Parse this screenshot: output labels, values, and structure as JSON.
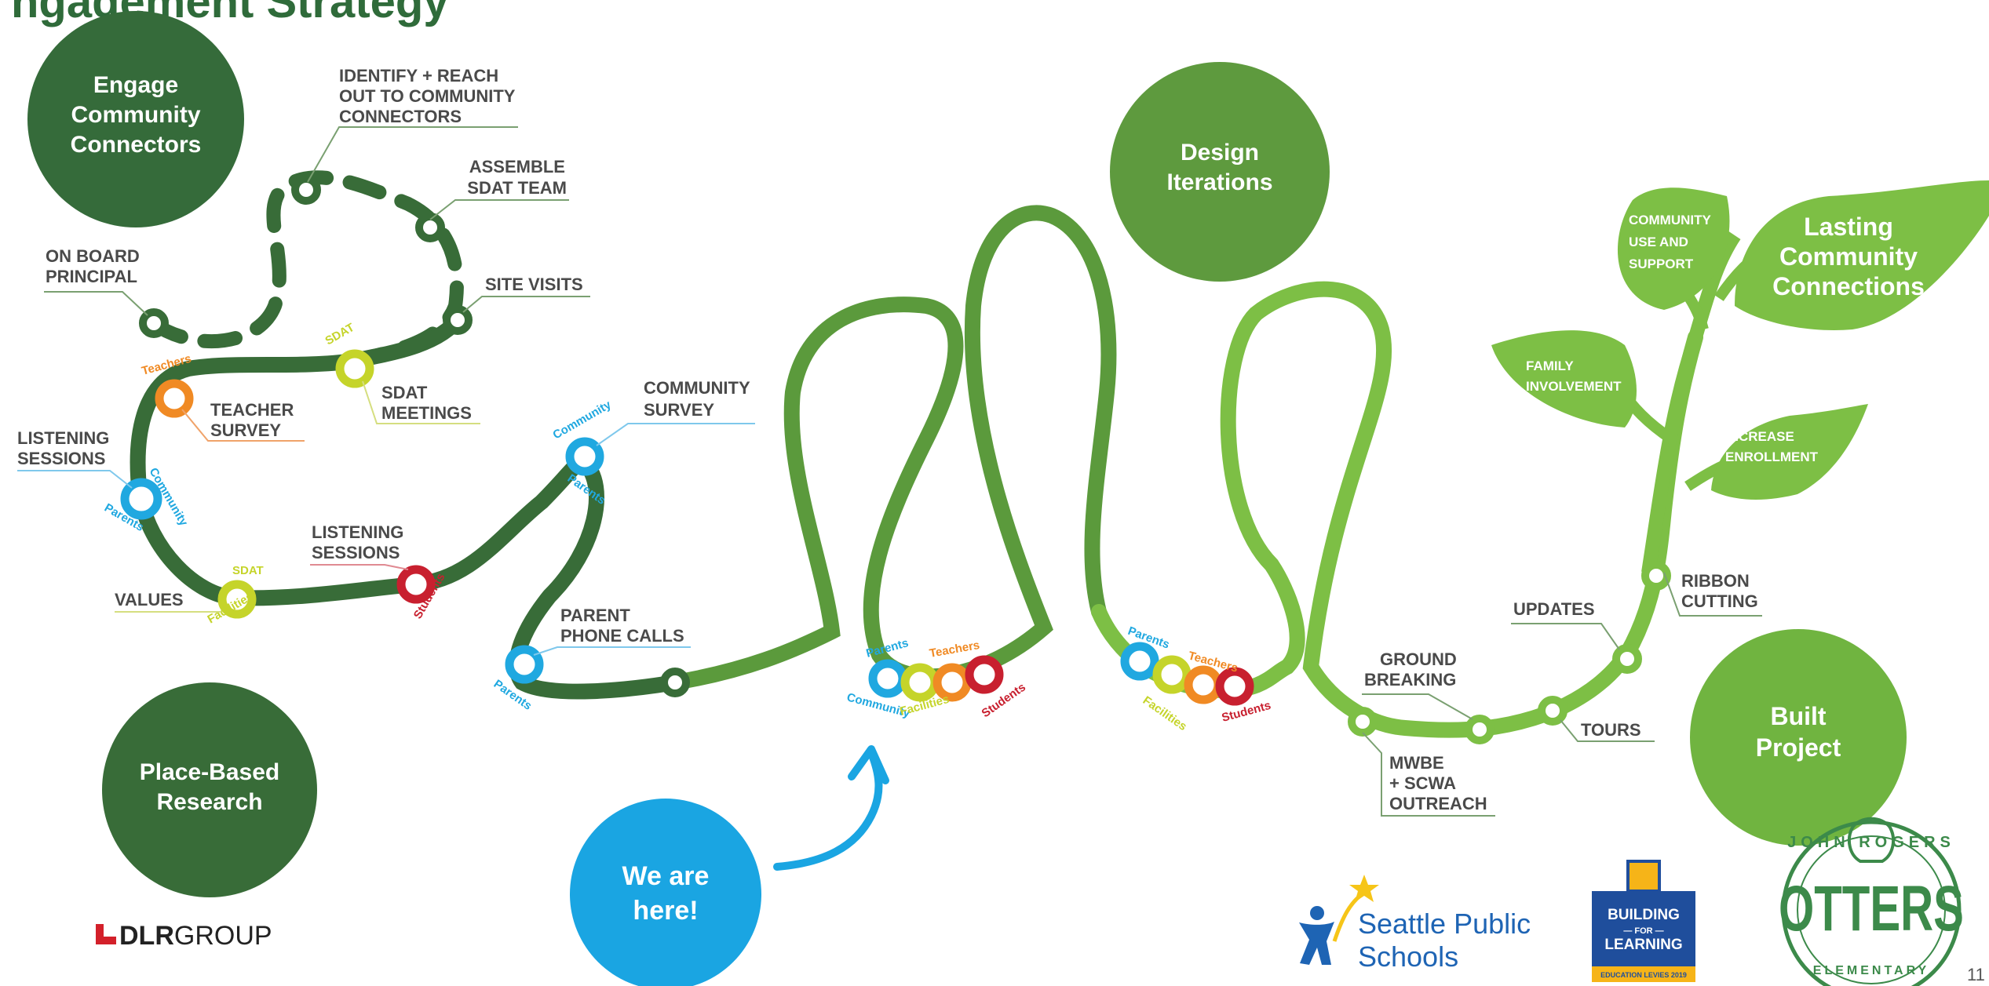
{
  "header": {
    "title_fragment": "ngagement Strategy"
  },
  "phases": {
    "engage": [
      "Engage",
      "Community",
      "Connectors"
    ],
    "research": [
      "Place-Based",
      "Research"
    ],
    "design": [
      "Design",
      "Iterations"
    ],
    "built": [
      "Built",
      "Project"
    ],
    "lasting": [
      "Lasting",
      "Community",
      "Connections"
    ],
    "here": [
      "We are",
      "here!"
    ]
  },
  "steps": {
    "identify": [
      "IDENTIFY + REACH",
      "OUT TO COMMUNITY",
      "CONNECTORS"
    ],
    "assemble": [
      "ASSEMBLE",
      "SDAT TEAM"
    ],
    "onboard": [
      "ON BOARD",
      "PRINCIPAL"
    ],
    "site_visits": [
      "SITE VISITS"
    ],
    "teacher_survey": [
      "TEACHER",
      "SURVEY"
    ],
    "sdat_meetings": [
      "SDAT",
      "MEETINGS"
    ],
    "listening1": [
      "LISTENING",
      "SESSIONS"
    ],
    "community_survey": [
      "COMMUNITY",
      "SURVEY"
    ],
    "listening2": [
      "LISTENING",
      "SESSIONS"
    ],
    "values": [
      "VALUES"
    ],
    "parent_calls": [
      "PARENT",
      "PHONE CALLS"
    ],
    "ground": [
      "GROUND",
      "BREAKING"
    ],
    "updates": [
      "UPDATES"
    ],
    "ribbon": [
      "RIBBON",
      "CUTTING"
    ],
    "tours": [
      "TOURS"
    ],
    "mwbe": [
      "MWBE",
      "+ SCWA",
      "OUTREACH"
    ]
  },
  "leaves": {
    "use": [
      "COMMUNITY",
      "USE AND",
      "SUPPORT"
    ],
    "family": [
      "FAMILY",
      "INVOLVEMENT"
    ],
    "enroll": [
      "INCREASE",
      "ENROLLMENT"
    ]
  },
  "ring_labels": {
    "teachers": "Teachers",
    "sdat": "SDAT",
    "community": "Community",
    "parents": "Parents",
    "facilities": "Facilities",
    "students": "Students"
  },
  "colors": {
    "dark_green": "#386c38",
    "mid_green": "#5b9a3c",
    "light_green": "#7dbf45",
    "blue": "#20a8e0",
    "orange": "#f08a24",
    "yellow": "#c5d42a",
    "red": "#c8202f"
  },
  "logos": {
    "dlr_bold": "DLR",
    "dlr_light": "GROUP",
    "sps_line1": "Seattle Public",
    "sps_line2": "Schools",
    "bfl_building": "BUILDING",
    "bfl_for": "— FOR —",
    "bfl_learning": "LEARNING",
    "bfl_sub": "EDUCATION LEVIES 2019",
    "otters_word": "OTTERS",
    "otters_top": "JOHN ROGERS",
    "otters_bottom": "ELEMENTARY"
  },
  "page_number": "11"
}
